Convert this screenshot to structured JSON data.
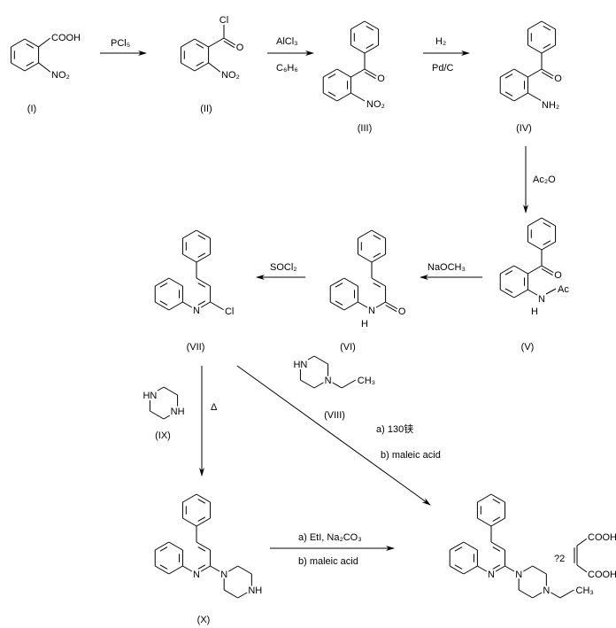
{
  "title": "Synthesis scheme of 2-(4-ethylpiperazin-1-yl)-4-phenylquinoline maleate",
  "compounds": {
    "I": {
      "label": "(I)",
      "atoms": {
        "a": "COOH",
        "b": "NO₂"
      }
    },
    "II": {
      "label": "(II)",
      "atoms": {
        "a": "Cl",
        "b": "O",
        "c": "NO₂"
      }
    },
    "III": {
      "label": "(III)",
      "atoms": {
        "o": "O",
        "s": "NO₂"
      }
    },
    "IV": {
      "label": "(IV)",
      "atoms": {
        "o": "O",
        "s": "NH₂"
      }
    },
    "V": {
      "label": "(V)",
      "atoms": {
        "o": "O",
        "n": "N",
        "h": "H",
        "ac": "Ac"
      }
    },
    "VI": {
      "label": "(VI)",
      "atoms": {
        "n": "N",
        "h": "H",
        "o": "O"
      }
    },
    "VII": {
      "label": "(VII)",
      "atoms": {
        "n": "N",
        "cl": "Cl"
      }
    },
    "VIII": {
      "label": "(VIII)",
      "atoms": {
        "n1": "HN",
        "n2": "N",
        "me": "CH₃"
      }
    },
    "IX": {
      "label": "(IX)",
      "atoms": {
        "n1": "HN",
        "n2": "NH"
      }
    },
    "X": {
      "label": "(X)",
      "atoms": {
        "n": "N",
        "n1": "N",
        "n2": "NH"
      }
    },
    "final": {
      "atoms": {
        "n": "N",
        "n1": "N",
        "n2": "N",
        "me": "CH₃",
        "mult": "?2",
        "cooh1": "COOH",
        "cooh2": "COOH"
      }
    }
  },
  "reagents": {
    "step1": {
      "top": "PCl₅"
    },
    "step2": {
      "top": "AlCl₃",
      "bottom": "C₆H₆"
    },
    "step3": {
      "top": "H₂",
      "bottom": "Pd/C"
    },
    "step4": {
      "side": "Ac₂O"
    },
    "step5": {
      "top": "NaOCH₃"
    },
    "step6": {
      "top": "SOCl₂"
    },
    "step7": {
      "side": "Δ"
    },
    "step8": {
      "a": "a) 130铗",
      "b": "b) maleic acid"
    },
    "step9": {
      "a": "a) EtI, Na₂CO₃",
      "b": "b) maleic acid"
    }
  }
}
